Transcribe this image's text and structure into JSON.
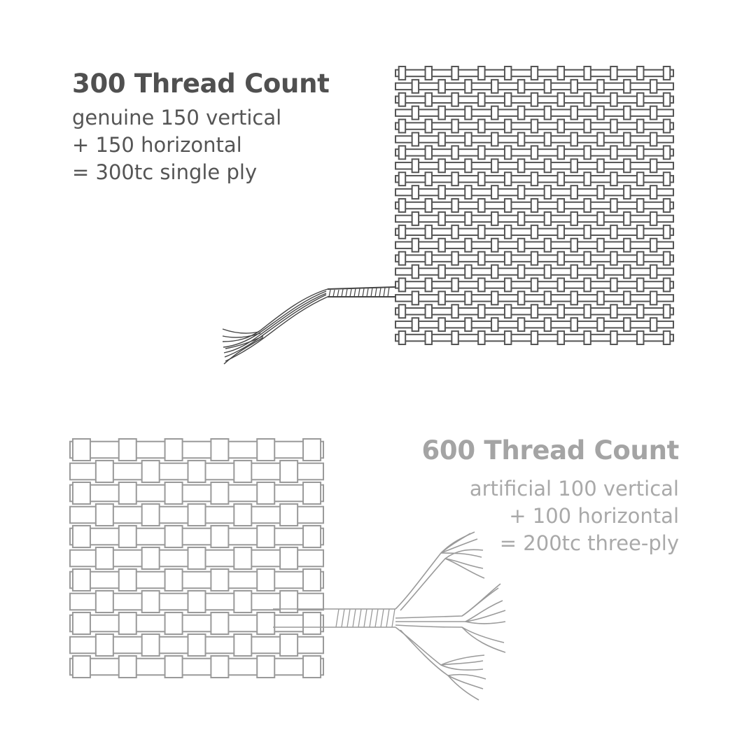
{
  "top": {
    "title": "300 Thread Count",
    "lines": [
      "genuine 150 vertical",
      "+ 150 horizontal",
      "= 300tc single ply"
    ],
    "color": "#555555"
  },
  "bottom": {
    "title": "600 Thread Count",
    "lines": [
      "artificial 100 vertical",
      "+ 100 horizontal",
      "= 200tc three-ply"
    ],
    "color": "#a9a9a9"
  }
}
